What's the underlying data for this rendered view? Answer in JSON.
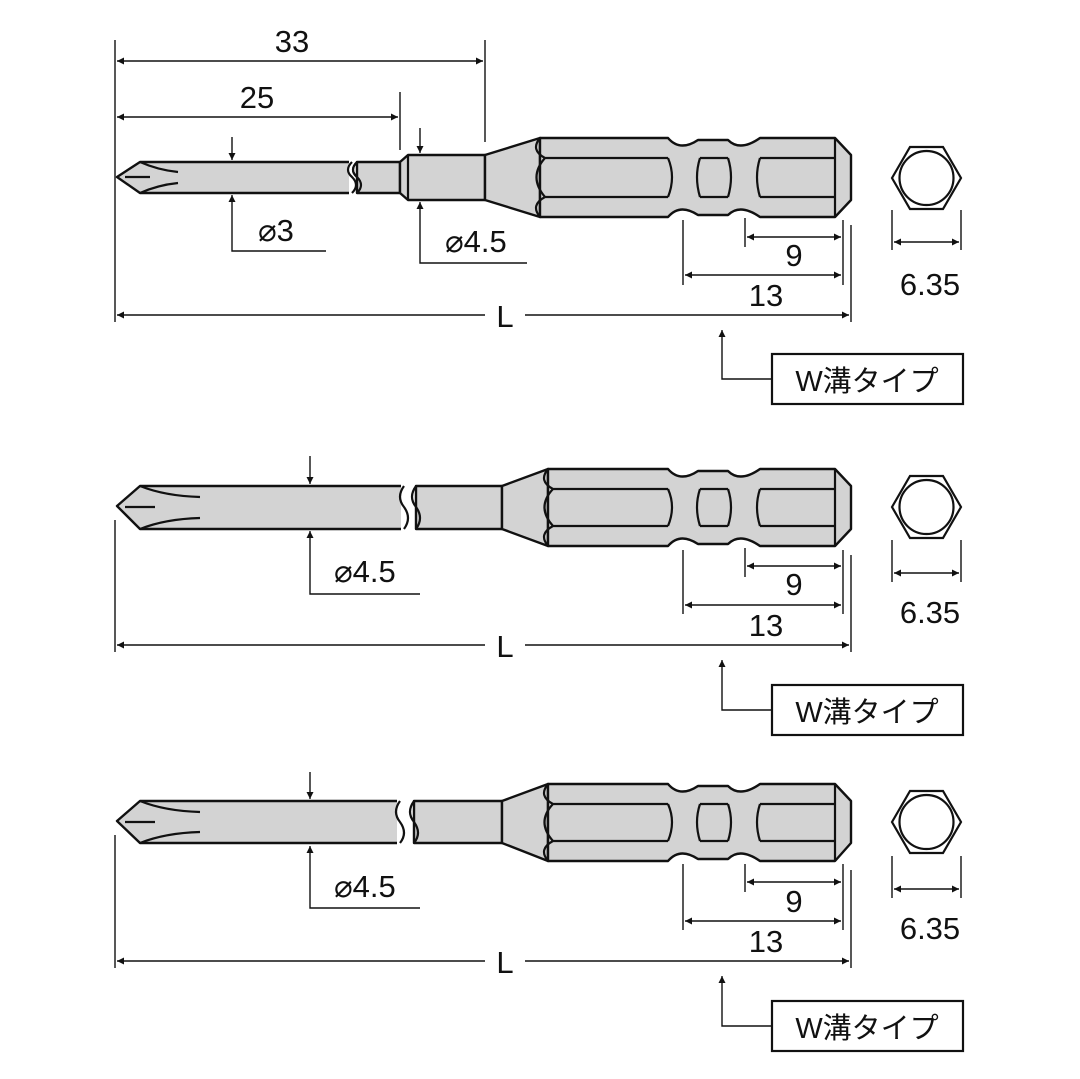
{
  "diagrams": [
    {
      "name": "bit-stepped-shank",
      "dims": {
        "length_33": "33",
        "length_25": "25",
        "dia_tip": "⌀3",
        "dia_shank": "⌀4.5",
        "len_9": "9",
        "len_13": "13",
        "total": "L",
        "hex": "6.35"
      },
      "type_label": "W溝タイプ"
    },
    {
      "name": "bit-straight-shank-a",
      "dims": {
        "dia_shank": "⌀4.5",
        "len_9": "9",
        "len_13": "13",
        "total": "L",
        "hex": "6.35"
      },
      "type_label": "W溝タイプ"
    },
    {
      "name": "bit-straight-shank-b",
      "dims": {
        "dia_shank": "⌀4.5",
        "len_9": "9",
        "len_13": "13",
        "total": "L",
        "hex": "6.35"
      },
      "type_label": "W溝タイプ"
    }
  ],
  "colors": {
    "line": "#111111",
    "fill": "#d3d3d3",
    "background": "#ffffff"
  }
}
